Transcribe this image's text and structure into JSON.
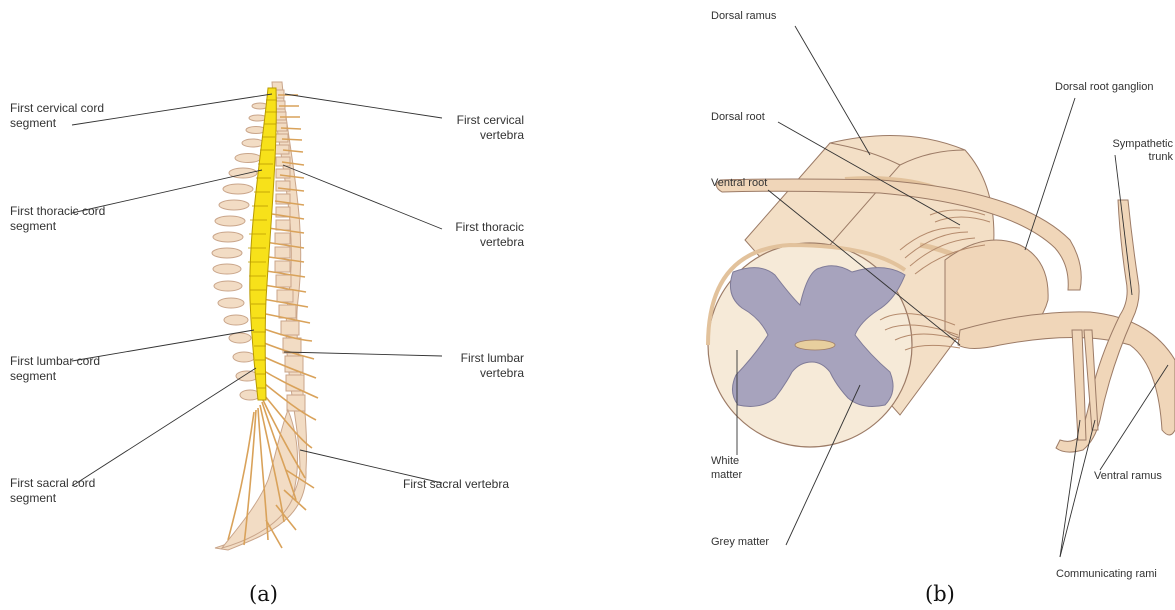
{
  "panel_a": {
    "caption": "(a)",
    "labels": {
      "cervical_cord_1": "First cervical cord",
      "cervical_cord_2": "segment",
      "thoracic_cord_1": "First thoracic cord",
      "thoracic_cord_2": "segment",
      "lumbar_cord_1": "First lumbar cord",
      "lumbar_cord_2": "segment",
      "sacral_cord_1": "First sacral cord",
      "sacral_cord_2": "segment",
      "cervical_vert_1": "First cervical",
      "cervical_vert_2": "vertebra",
      "thoracic_vert_1": "First thoracic",
      "thoracic_vert_2": "vertebra",
      "lumbar_vert_1": "First lumbar",
      "lumbar_vert_2": "vertebra",
      "sacral_vert": "First sacral vertebra"
    }
  },
  "panel_b": {
    "caption": "(b)",
    "labels": {
      "dorsal_ramus": "Dorsal ramus",
      "dorsal_root_ganglion": "Dorsal root ganglion",
      "dorsal_root": "Dorsal root",
      "sympathetic_1": "Sympathetic",
      "sympathetic_2": "trunk",
      "ventral_root": "Ventral root",
      "white_matter_1": "White",
      "white_matter_2": "matter",
      "ventral_ramus": "Ventral ramus",
      "grey_matter": "Grey matter",
      "communicating_rami": "Communicating rami"
    }
  },
  "colors": {
    "bone": "#f2dcc4",
    "bone_edge": "#c9a58a",
    "cord": "#f7e11a",
    "nerve": "#d9a25a",
    "tissue": "#f3dfc6",
    "grey_matter": "#a7a3bd"
  }
}
